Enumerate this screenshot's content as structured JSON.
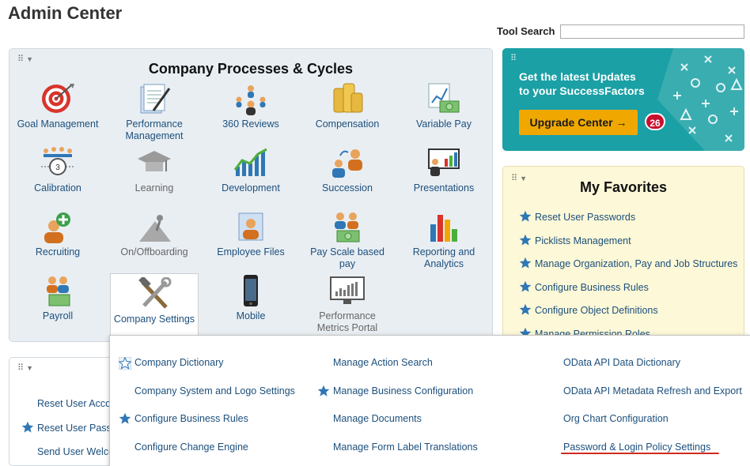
{
  "header": {
    "title": "Admin Center",
    "tool_search_label": "Tool Search",
    "tool_search_value": ""
  },
  "processes": {
    "title": "Company Processes & Cycles",
    "tiles": [
      {
        "label": "Goal Management",
        "icon": "target-icon"
      },
      {
        "label": "Performance Management",
        "icon": "document-pen-icon"
      },
      {
        "label": "360 Reviews",
        "icon": "people-circle-icon"
      },
      {
        "label": "Compensation",
        "icon": "coins-icon"
      },
      {
        "label": "Variable Pay",
        "icon": "chart-money-icon"
      },
      {
        "label": "Calibration",
        "icon": "calibration-icon"
      },
      {
        "label": "Learning",
        "icon": "graduation-cap-icon"
      },
      {
        "label": "Development",
        "icon": "growth-chart-icon"
      },
      {
        "label": "Succession",
        "icon": "succession-icon"
      },
      {
        "label": "Presentations",
        "icon": "presentation-board-icon"
      },
      {
        "label": "Recruiting",
        "icon": "add-person-icon"
      },
      {
        "label": "On/Offboarding",
        "icon": "climbing-person-icon"
      },
      {
        "label": "Employee Files",
        "icon": "person-file-icon"
      },
      {
        "label": "Pay Scale based pay",
        "icon": "people-money-icon"
      },
      {
        "label": "Reporting and Analytics",
        "icon": "bar-chart-icon"
      },
      {
        "label": "Payroll",
        "icon": "payroll-icon"
      },
      {
        "label": "Company Settings",
        "icon": "hammer-wrench-icon"
      },
      {
        "label": "Mobile",
        "icon": "mobile-phone-icon"
      },
      {
        "label": "Performance Metrics Portal",
        "icon": "monitor-chart-icon"
      }
    ]
  },
  "upgrade": {
    "heading_line1": "Get the latest Updates",
    "heading_line2": "to your SuccessFactors",
    "button_label": "Upgrade Center →",
    "badge_count": "26"
  },
  "favorites": {
    "title": "My Favorites",
    "items": [
      "Reset User Passwords",
      "Picklists Management",
      "Manage Organization, Pay and Job Structures",
      "Configure Business Rules",
      "Configure Object Definitions",
      "Manage Permission Roles"
    ]
  },
  "bottom_panel": {
    "items": [
      {
        "label": "Reset User Acco",
        "starred": false
      },
      {
        "label": "Reset User Pass",
        "starred": true
      },
      {
        "label": "Send User Welco",
        "starred": false
      }
    ]
  },
  "company_settings_menu": {
    "columns": [
      [
        {
          "label": "Company Dictionary",
          "star": "outline"
        },
        {
          "label": "Company System and Logo Settings",
          "star": "none"
        },
        {
          "label": "Configure Business Rules",
          "star": "filled"
        },
        {
          "label": "Configure Change Engine",
          "star": "none"
        }
      ],
      [
        {
          "label": "Manage Action Search",
          "star": "none"
        },
        {
          "label": "Manage Business Configuration",
          "star": "filled"
        },
        {
          "label": "Manage Documents",
          "star": "none"
        },
        {
          "label": "Manage Form Label Translations",
          "star": "none"
        }
      ],
      [
        {
          "label": "OData API Data Dictionary",
          "star": "none"
        },
        {
          "label": "OData API Metadata Refresh and Export",
          "star": "none"
        },
        {
          "label": "Org Chart Configuration",
          "star": "none"
        },
        {
          "label": "Password & Login Policy Settings",
          "star": "none"
        }
      ]
    ]
  },
  "colors": {
    "link": "#1c4f7c",
    "star": "#2f77b5",
    "upgrade_bg": "#1aa0a5",
    "upgrade_button": "#f0a800",
    "badge": "#c8102e",
    "favorites_bg": "#fdf8d7",
    "processes_bg": "#e9eef3",
    "highlight_underline": "#cf2b1e"
  }
}
